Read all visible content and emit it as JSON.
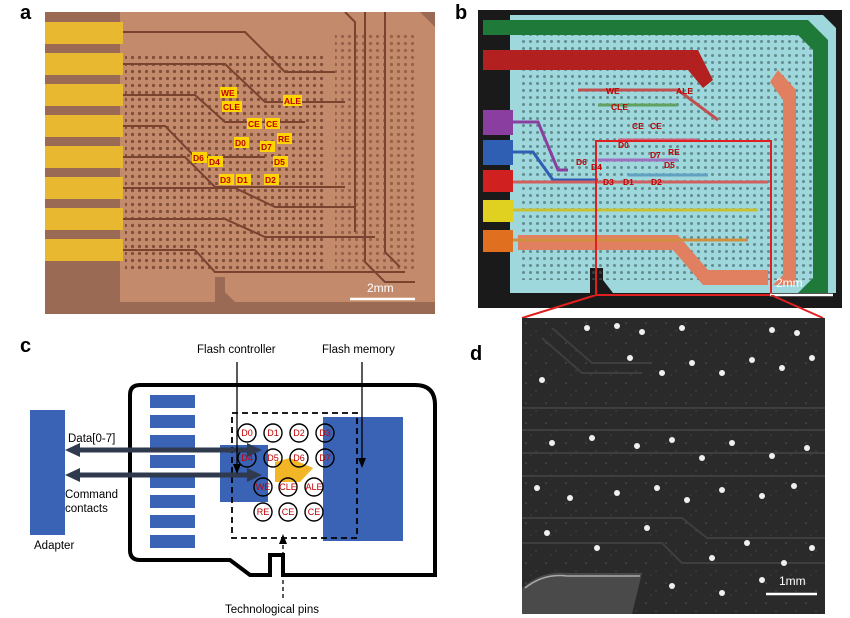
{
  "panels": {
    "a": {
      "letter": "a",
      "pin_labels": [
        "WE",
        "ALE",
        "CLE",
        "CE",
        "CE",
        "RE",
        "D0",
        "D7",
        "D6",
        "D5",
        "D4",
        "D3",
        "D1",
        "D2"
      ],
      "scale": "2mm"
    },
    "b": {
      "letter": "b",
      "pin_labels": [
        "WE",
        "ALE",
        "CLE",
        "CE",
        "CE",
        "RE",
        "D0",
        "D7",
        "D6",
        "D5",
        "D4",
        "D3",
        "D1",
        "D2"
      ],
      "scale": "2mm"
    },
    "c": {
      "letter": "c",
      "flash_controller": "Flash controller",
      "flash_memory": "Flash memory",
      "data_bus": "Data[0-7]",
      "command_contacts_1": "Command",
      "command_contacts_2": "contacts",
      "adapter": "Adapter",
      "technological_pins": "Technological pins",
      "balls_row1": [
        "D0",
        "D1",
        "D2",
        "D3"
      ],
      "balls_row2": [
        "D4",
        "D5",
        "D6",
        "D7"
      ],
      "balls_row3": [
        "WE",
        "CLE",
        "ALE"
      ],
      "balls_row4": [
        "RE",
        "CE",
        "CE"
      ]
    },
    "d": {
      "letter": "d",
      "scale": "1mm"
    }
  },
  "colors": {
    "copper": "#b57a5e",
    "gold": "#e8b830",
    "cyan": "#9fd8dc",
    "pcb_blue": "#2f5fb3",
    "arrow": "#2f3a4f",
    "red_line": "#e02020"
  }
}
